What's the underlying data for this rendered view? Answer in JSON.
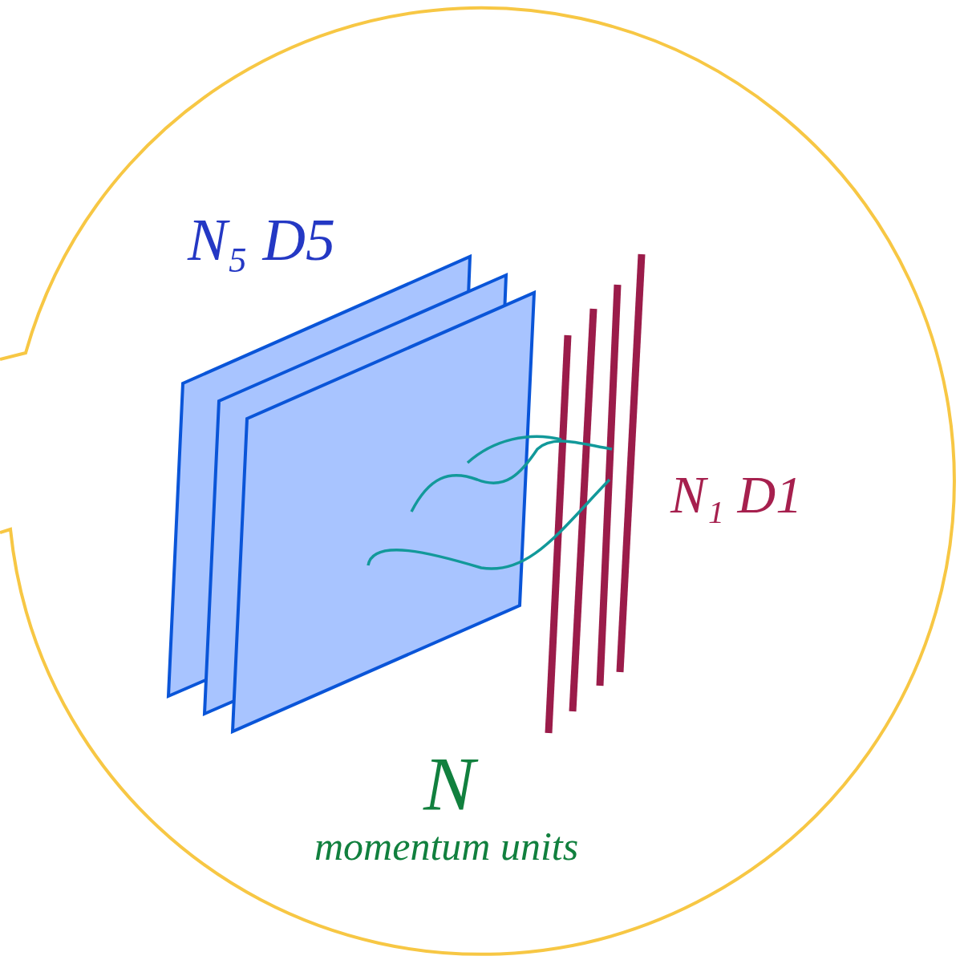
{
  "diagram": {
    "labels": [
      "N₅ D5",
      "N₁ D1",
      "N",
      "momentum units"
    ]
  }
}
